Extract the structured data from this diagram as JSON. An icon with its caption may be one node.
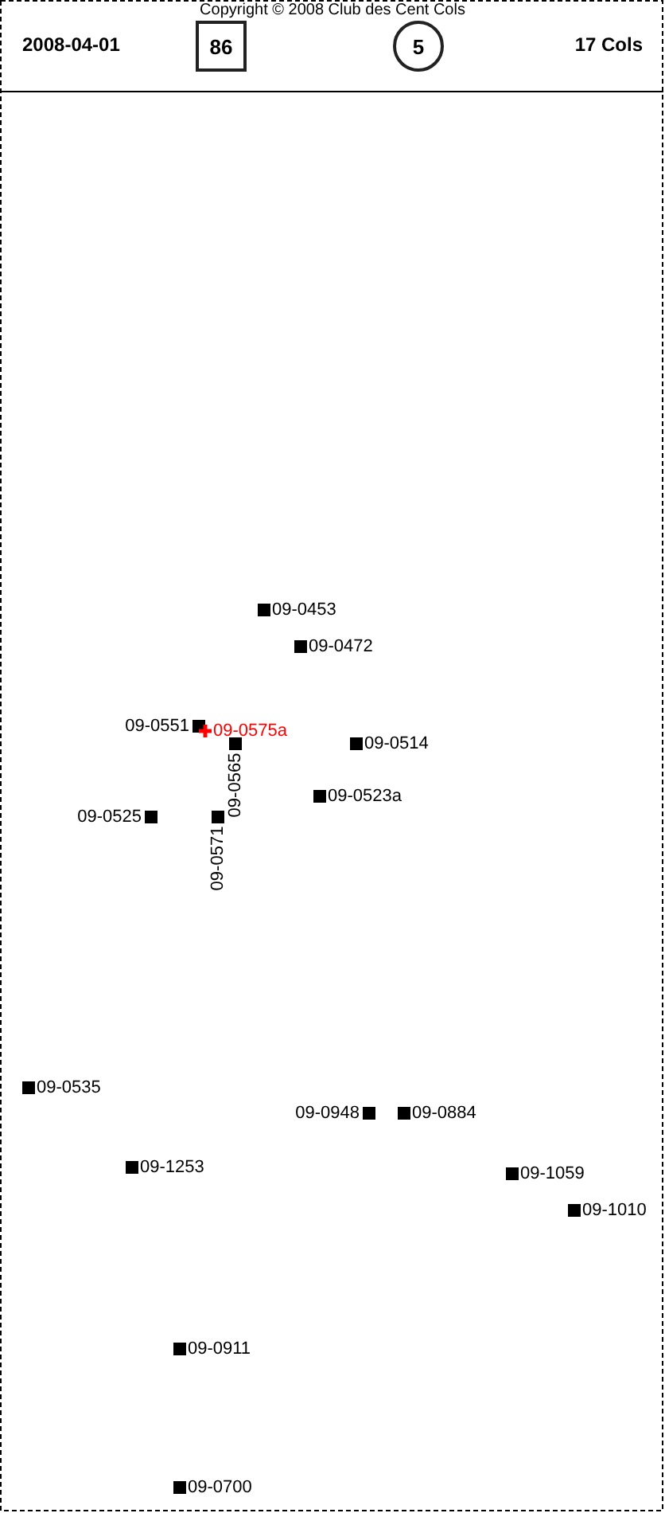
{
  "diagram": {
    "nodes": [
      {
        "text": [
          "86"
        ]
      },
      {
        "text": [
          "5"
        ]
      }
    ],
    "labels": [
      "Copyright © 2008 Club des Cent Cols",
      "2008-04-01",
      "17 Cols",
      "09-0453",
      "09-0472",
      "09-0551",
      "09-0575a",
      "09-0514",
      "09-0565",
      "09-0523a",
      "09-0525",
      "09-0571",
      "09-0535",
      "09-0948",
      "09-0884",
      "09-1253",
      "09-1059",
      "09-1010",
      "09-0911",
      "09-0700"
    ]
  }
}
